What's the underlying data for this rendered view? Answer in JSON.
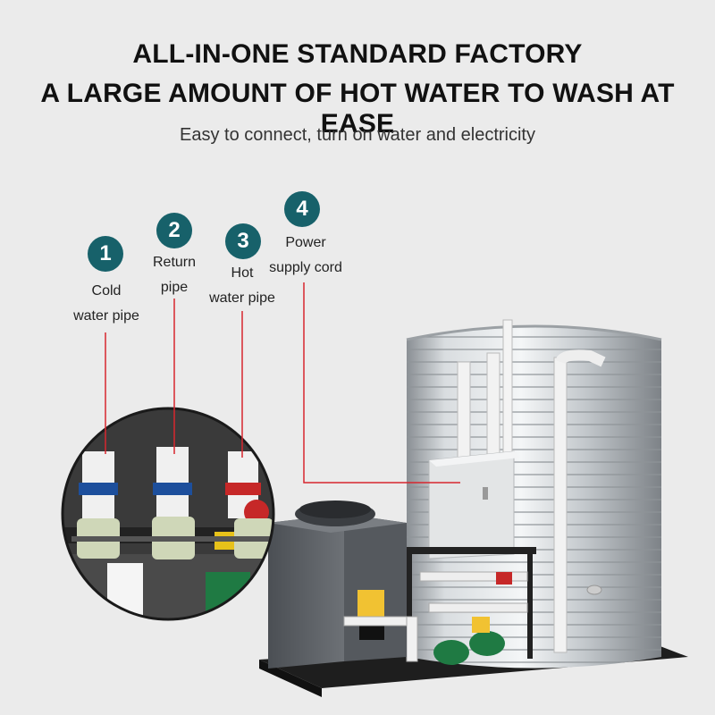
{
  "header": {
    "line1": "ALL-IN-ONE STANDARD FACTORY",
    "line2": "A LARGE AMOUNT OF HOT WATER TO WASH AT EASE",
    "subtitle": "Easy to connect, turn on water and electricity"
  },
  "callouts": [
    {
      "number": "1",
      "line1": "Cold",
      "line2": "water pipe"
    },
    {
      "number": "2",
      "line1": "Return",
      "line2": "pipe"
    },
    {
      "number": "3",
      "line1": "Hot",
      "line2": "water pipe"
    },
    {
      "number": "4",
      "line1": "Power",
      "line2": "supply cord"
    }
  ],
  "colors": {
    "background": "#ebebeb",
    "badge": "#17616a",
    "leader_line": "#d7262e",
    "steel": "#c9cdd1",
    "unit_body": "#5f6368",
    "frame": "#1e1e1e"
  }
}
